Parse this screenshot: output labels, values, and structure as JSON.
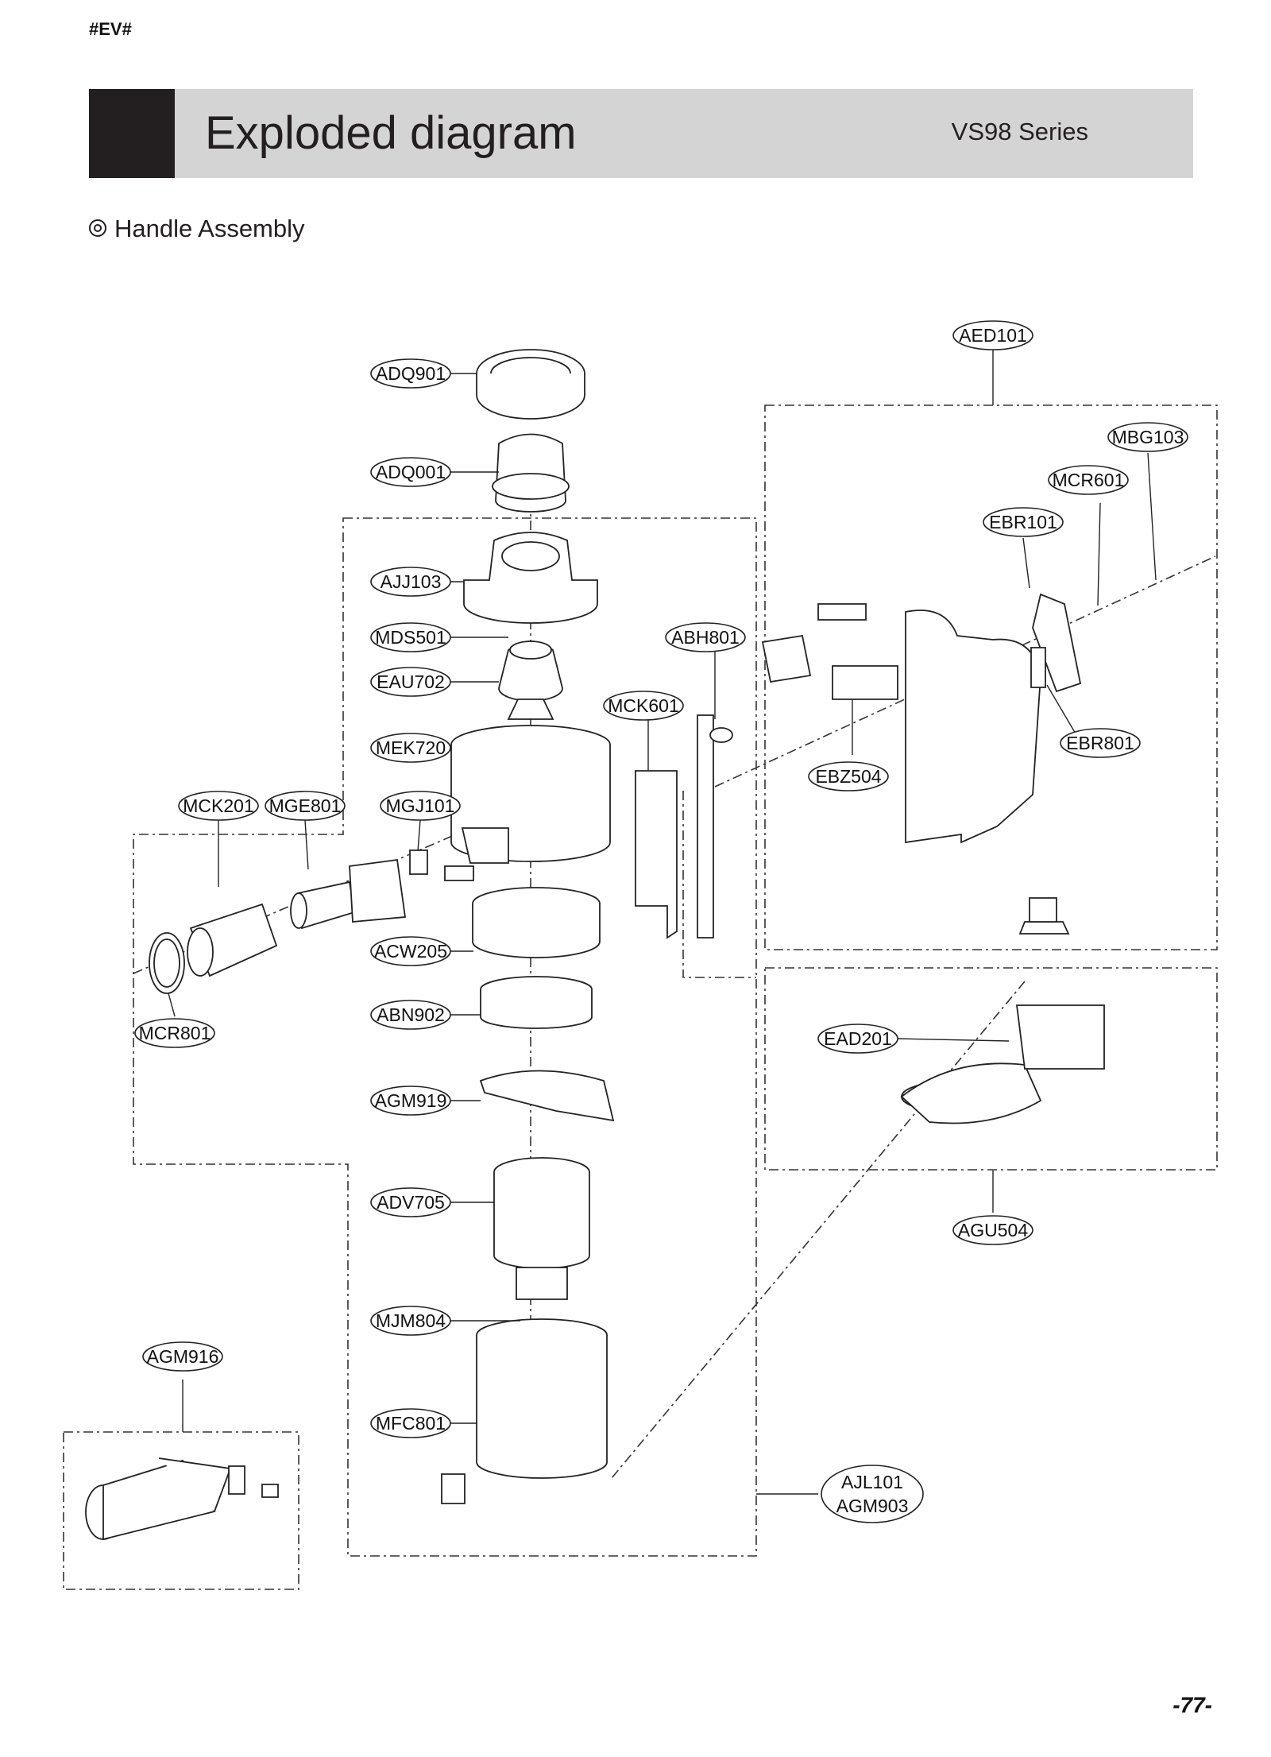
{
  "doc_tag": "#EV#",
  "banner": {
    "title": "Exploded diagram",
    "series": "VS98 Series"
  },
  "section": {
    "heading": "Handle Assembly"
  },
  "callouts": {
    "aed101": "AED101",
    "adq901": "ADQ901",
    "mbg103": "MBG103",
    "mcr601": "MCR601",
    "adq001": "ADQ001",
    "ebr101": "EBR101",
    "ajj103": "AJJ103",
    "mds501": "MDS501",
    "abh801": "ABH801",
    "eau702": "EAU702",
    "mck601": "MCK601",
    "mek720": "MEK720",
    "ebr801": "EBR801",
    "ebz504": "EBZ504",
    "mck201": "MCK201",
    "mge801": "MGE801",
    "mgj101": "MGJ101",
    "acw205": "ACW205",
    "abn902": "ABN902",
    "mcr801": "MCR801",
    "ead201": "EAD201",
    "agm919": "AGM919",
    "adv705": "ADV705",
    "agu504": "AGU504",
    "mjm804": "MJM804",
    "agm916": "AGM916",
    "mfc801": "MFC801",
    "ajl101": "AJL101",
    "agm903": "AGM903"
  },
  "page_number": "-77-"
}
